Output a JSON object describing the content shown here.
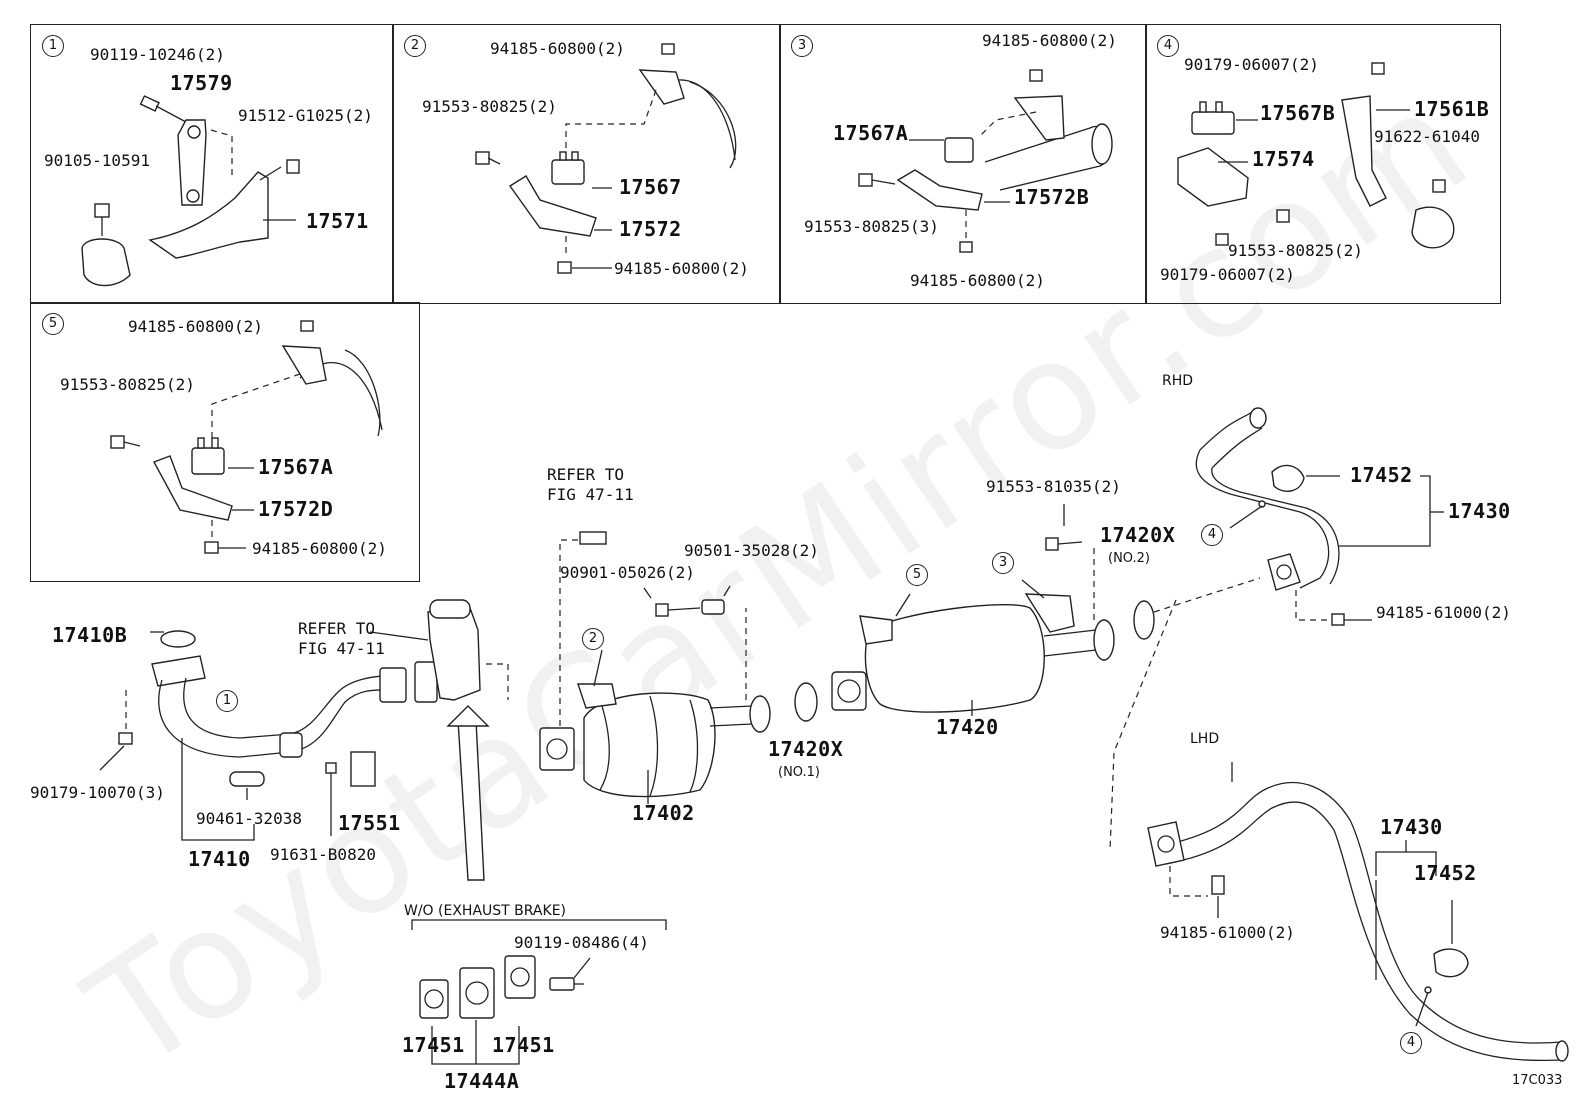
{
  "watermark": "ToyotaCarMirror.com",
  "figure_code": "17C033",
  "panels": {
    "p1": {
      "num": "1",
      "labels": [
        "90119-10246(2)",
        "17579",
        "91512-G1025(2)",
        "90105-10591",
        "17571"
      ]
    },
    "p2": {
      "num": "2",
      "labels": [
        "94185-60800(2)",
        "91553-80825(2)",
        "17567",
        "17572",
        "94185-60800(2)"
      ]
    },
    "p3": {
      "num": "3",
      "labels": [
        "94185-60800(2)",
        "17567A",
        "17572B",
        "91553-80825(3)",
        "94185-60800(2)"
      ]
    },
    "p4": {
      "num": "4",
      "labels": [
        "90179-06007(2)",
        "17567B",
        "17561B",
        "91622-61040",
        "17574",
        "91553-80825(2)",
        "90179-06007(2)"
      ]
    },
    "p5": {
      "num": "5",
      "labels": [
        "94185-60800(2)",
        "91553-80825(2)",
        "17567A",
        "17572D",
        "94185-60800(2)"
      ]
    }
  },
  "main": {
    "rhd": "RHD",
    "lhd": "LHD",
    "refer_a": [
      "REFER TO",
      "FIG 47-11"
    ],
    "refer_b": [
      "REFER TO",
      "FIG 47-11"
    ],
    "wo_exhaust_brake": "W/O (EXHAUST BRAKE)",
    "parts": {
      "p17410B": "17410B",
      "p90179_10070": "90179-10070(3)",
      "p90461_32038": "90461-32038",
      "p17410": "17410",
      "p91631_B0820": "91631-B0820",
      "p17551": "17551",
      "p90901_05026": "90901-05026(2)",
      "p90501_35028": "90501-35028(2)",
      "p17402": "17402",
      "p17420X_1": "17420X",
      "no1": "(NO.1)",
      "p17420": "17420",
      "p91553_81035": "91553-81035(2)",
      "p17420X_2": "17420X",
      "no2": "(NO.2)",
      "p17452_rhd": "17452",
      "p17430_rhd": "17430",
      "p94185_61000_rhd": "94185-61000(2)",
      "p17430_lhd": "17430",
      "p17452_lhd": "17452",
      "p94185_61000_lhd": "94185-61000(2)",
      "p90119_08486": "90119-08486(4)",
      "p17451_a": "17451",
      "p17451_b": "17451",
      "p17444A": "17444A"
    },
    "callouts": {
      "c1": "1",
      "c2": "2",
      "c3": "3",
      "c4a": "4",
      "c4b": "4",
      "c5": "5"
    }
  }
}
